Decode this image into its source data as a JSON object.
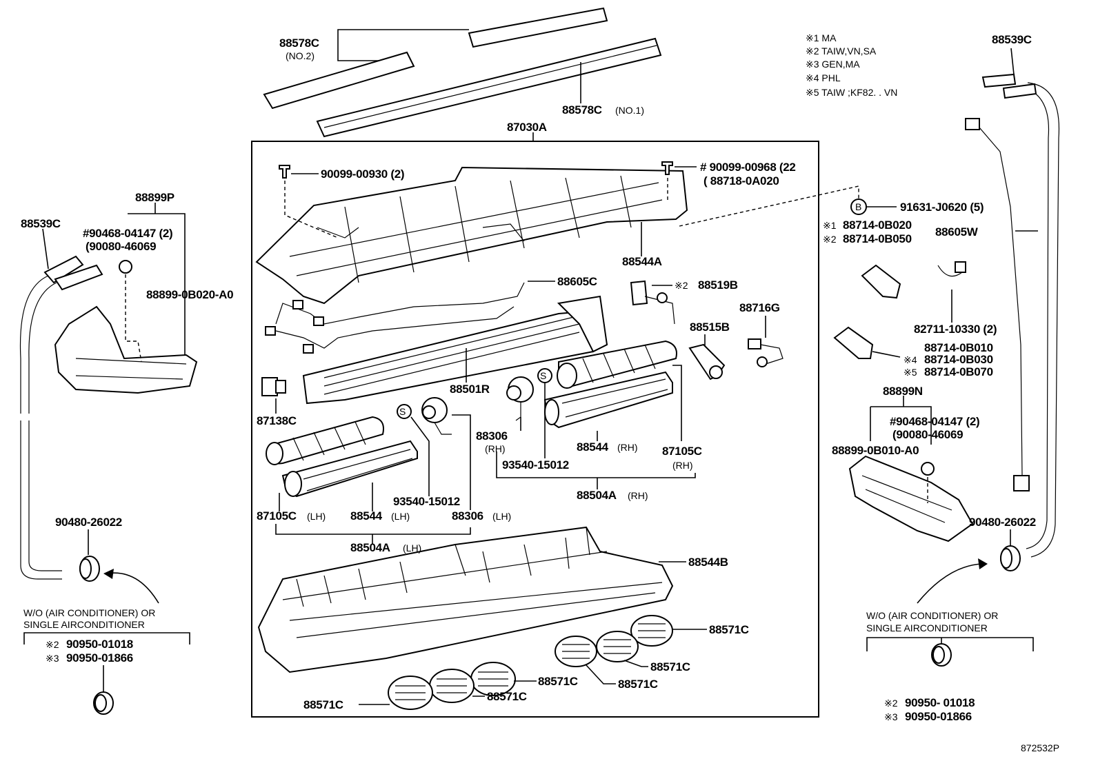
{
  "diagram_code": "872532P",
  "notes": {
    "lines": [
      "※1 MA",
      "※2 TAIW,VN,SA",
      "※3 GEN,MA",
      "※4 PHL",
      "※5 TAIW ;KF82. . VN"
    ]
  },
  "labels": {
    "p88578C_no2": "88578C",
    "p88578C_no2_sub": "(NO.2)",
    "p88578C_no1": "88578C",
    "p88578C_no1_sub": "(NO.1)",
    "p87030A": "87030A",
    "p90099_00930": "90099-00930 (2)",
    "p90099_00968": "# 90099-00968 (22",
    "p88718_0A020": "( 88718-0A020",
    "p88544A": "88544A",
    "p88605C": "88605C",
    "p88519B_mark": "※2",
    "p88519B": "88519B",
    "p88716G": "88716G",
    "p88515B": "88515B",
    "p88501R": "88501R",
    "p87138C": "87138C",
    "p88306_rh": "88306",
    "p88306_rh_sub": "(RH)",
    "p93540_rh": "93540-15012",
    "p88544_rh": "88544",
    "p88544_rh_sub": "(RH)",
    "p87105C_rh": "87105C",
    "p87105C_rh_sub": "(RH)",
    "p88504A_rh": "88504A",
    "p88504A_rh_sub": "(RH)",
    "p93540_lh": "93540-15012",
    "p87105C_lh": "87105C",
    "p87105C_lh_sub": "(LH)",
    "p88544_lh": "88544",
    "p88544_lh_sub": "(LH)",
    "p88306_lh": "88306",
    "p88306_lh_sub": "(LH)",
    "p88504A_lh": "88504A",
    "p88504A_lh_sub": "(LH)",
    "p88544B": "88544B",
    "p88571C_a": "88571C",
    "p88571C_b": "88571C",
    "p88571C_c": "88571C",
    "p88571C_d": "88571C",
    "p88571C_e": "88571C",
    "p88571C_f": "88571C",
    "p88539C_left": "88539C",
    "p88899P": "88899P",
    "p90468_left": "#90468-04147 (2)",
    "p90080_left": "(90080-46069",
    "p88899_0B020": "88899-0B020-A0",
    "p90480_left": "90480-26022",
    "left_wo_line1": "W/O (AIR CONDITIONER) OR",
    "left_wo_line2": "SINGLE AIRCONDITIONER",
    "left_opt1_mark": "※2",
    "left_opt1": "90950-01018",
    "left_opt2_mark": "※3",
    "left_opt2": "90950-01866",
    "p88539C_right": "88539C",
    "circle_b": "B",
    "p91631": "91631-J0620 (5)",
    "p88714_0B020_mark": "※1",
    "p88714_0B020": "88714-0B020",
    "p88714_0B050_mark": "※2",
    "p88714_0B050": "88714-0B050",
    "p88605W": "88605W",
    "p82711": "82711-10330 (2)",
    "p88714_0B010": "88714-0B010",
    "p88714_0B030_mark": "※4",
    "p88714_0B030": "88714-0B030",
    "p88714_0B070_mark": "※5",
    "p88714_0B070": "88714-0B070",
    "p88899N": "88899N",
    "p90468_right": "#90468-04147 (2)",
    "p90080_right": "(90080-46069",
    "p88899_0B010": "88899-0B010-A0",
    "p90480_right": "90480-26022",
    "right_wo_line1": "W/O (AIR CONDITIONER) OR",
    "right_wo_line2": "SINGLE AIRCONDITIONER",
    "right_opt1_mark": "※2",
    "right_opt1": "90950- 01018",
    "right_opt2_mark": "※3",
    "right_opt2": "90950-01866",
    "s_mark": "S"
  }
}
